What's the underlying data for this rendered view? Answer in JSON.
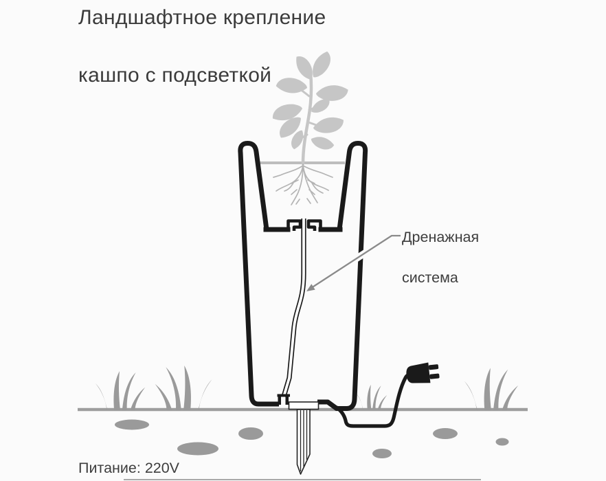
{
  "title": {
    "line1": "Ландшафтное крепление",
    "line2": "кашпо с подсветкой"
  },
  "callouts": {
    "drainage": {
      "line1": "Дренажная",
      "line2": "система"
    }
  },
  "footer": {
    "power_label": "Питание: 220V"
  },
  "diagram": {
    "type": "technical-illustration",
    "subject": "landscape planter mount with backlight, cross-section",
    "parts": [
      "plant-silhouette",
      "root-ball",
      "soil-line",
      "planter-cross-section",
      "drainage-tube",
      "tube-fitting",
      "ground-spike",
      "power-cable",
      "power-plug",
      "ground-line",
      "grass-tufts",
      "soil-stones"
    ]
  },
  "colors": {
    "background": "#fbfbfb",
    "outline_black": "#1a1a1a",
    "gray_medium": "#9a9a9a",
    "plant_gray": "#c6c6c6",
    "roots_gray": "#b4b4b4",
    "leader_gray": "#8a8a8a",
    "text": "#3b3b3b"
  }
}
